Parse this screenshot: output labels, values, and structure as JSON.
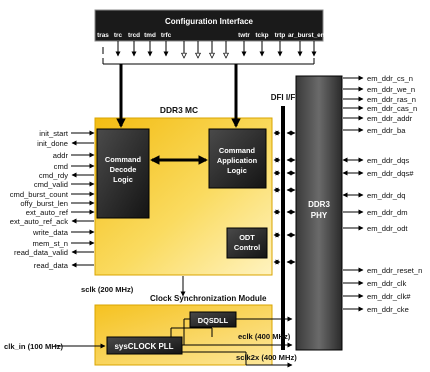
{
  "config": {
    "title": "Configuration Interface",
    "params_left": [
      "tras",
      "trc",
      "trcd",
      "tmd",
      "trfc"
    ],
    "params_right": [
      "twtr",
      "tckp",
      "trtp",
      "ar_burst_en"
    ]
  },
  "mc": {
    "title": "DDR3 MC",
    "cmd_decode": [
      "Command",
      "Decode",
      "Logic"
    ],
    "cmd_app": [
      "Command",
      "Application",
      "Logic"
    ],
    "odt": [
      "ODT",
      "Control"
    ]
  },
  "dfi": "DFI I/F",
  "phy": [
    "DDR3",
    "PHY"
  ],
  "left_signals": [
    "init_start",
    "init_done",
    "addr",
    "cmd",
    "cmd_rdy",
    "cmd_valid",
    "cmd_burst_count",
    "offy_burst_len",
    "ext_auto_ref",
    "ext_auto_ref_ack",
    "write_data",
    "mem_st_n",
    "read_data_valid",
    "read_data"
  ],
  "right_signals": [
    "em_ddr_cs_n",
    "em_ddr_we_n",
    "em_ddr_ras_n",
    "em_ddr_cas_n",
    "em_ddr_addr",
    "em_ddr_ba",
    "em_ddr_dqs",
    "em_ddr_dqs#",
    "em_ddr_dq",
    "em_ddr_dm",
    "em_ddr_odt",
    "em_ddr_reset_n",
    "em_ddr_clk",
    "em_ddr_clk#",
    "em_ddr_cke"
  ],
  "clock": {
    "sclk": "sclk (200 MHz)",
    "module": "Clock Synchronization Module",
    "dqsdll": "DQSDLL",
    "pll": "sysCLOCK PLL",
    "clk_in": "clk_in (100 MHz)",
    "eclk": "eclk (400 MHz)",
    "sclk2x": "sclk2x (400 MHz)"
  }
}
